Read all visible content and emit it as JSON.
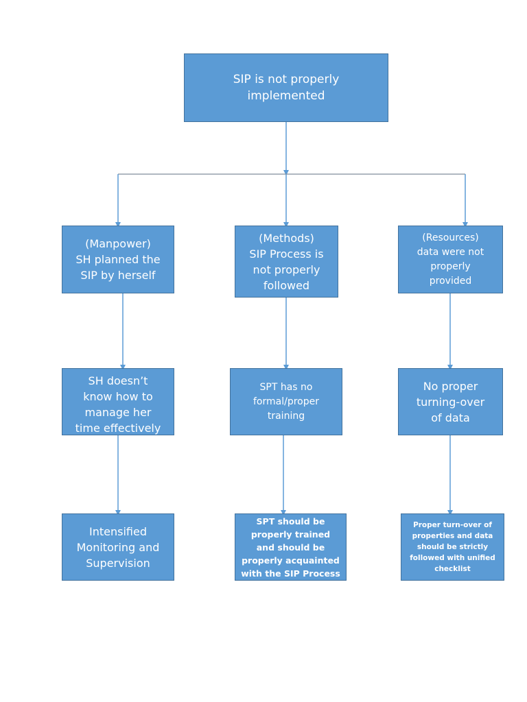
{
  "diagram": {
    "root": {
      "text": "SIP is not properly\nimplemented"
    },
    "causes": [
      {
        "text": "(Manpower)\nSH planned the\nSIP by herself"
      },
      {
        "text": "(Methods)\nSIP Process is\nnot properly\nfollowed"
      },
      {
        "text": "(Resources)\ndata were not\nproperly\nprovided"
      }
    ],
    "problems": [
      {
        "text": "SH doesn’t\nknow how to\nmanage her\ntime effectively"
      },
      {
        "text": "SPT has no\nformal/proper\ntraining"
      },
      {
        "text": "No proper\nturning-over\nof data"
      }
    ],
    "solutions": [
      {
        "text": "Intensified\nMonitoring and\nSupervision"
      },
      {
        "text": "SPT should be\nproperly trained\nand should be\nproperly acquainted\nwith the SIP Process"
      },
      {
        "text": "Proper turn-over of\nproperties and data\nshould be strictly\nfollowed with unified\nchecklist"
      }
    ],
    "colors": {
      "box_fill": "#5b9bd5",
      "box_border": "#41719c",
      "connector": "#5b9bd5",
      "text": "#ffffff"
    }
  }
}
